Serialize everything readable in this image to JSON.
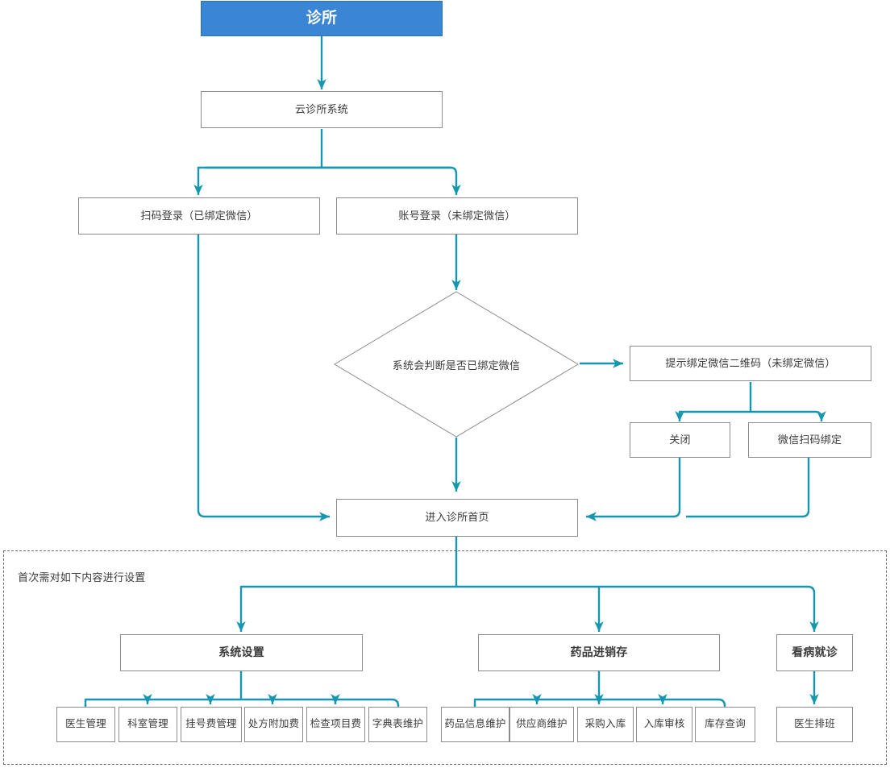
{
  "diagram": {
    "title": "诊所",
    "accent_color": "#1796b0",
    "title_fill": "#3a86d4",
    "node_border": "#8c8c8c",
    "text_color": "#3b3b3b"
  },
  "nodes": {
    "root": "诊所",
    "system": "云诊所系统",
    "login_scan": "扫码登录（已绑定微信）",
    "login_account": "账号登录（未绑定微信）",
    "decision": "系统会判断是否已绑定微信",
    "qrcode_prompt": "提示绑定微信二维码（未绑定微信）",
    "close": "关闭",
    "wechat_bind": "微信扫码绑定",
    "home": "进入诊所首页"
  },
  "group": {
    "label": "首次需对如下内容进行设置"
  },
  "sections": [
    {
      "title": "系统设置",
      "items": [
        "医生管理",
        "科室管理",
        "挂号费管理",
        "处方附加费",
        "检查项目费",
        "字典表维护"
      ]
    },
    {
      "title": "药品进销存",
      "items": [
        "药品信息维护",
        "供应商维护",
        "采购入库",
        "入库审核",
        "库存查询"
      ]
    },
    {
      "title": "看病就诊",
      "items": [
        "医生排班"
      ]
    }
  ]
}
